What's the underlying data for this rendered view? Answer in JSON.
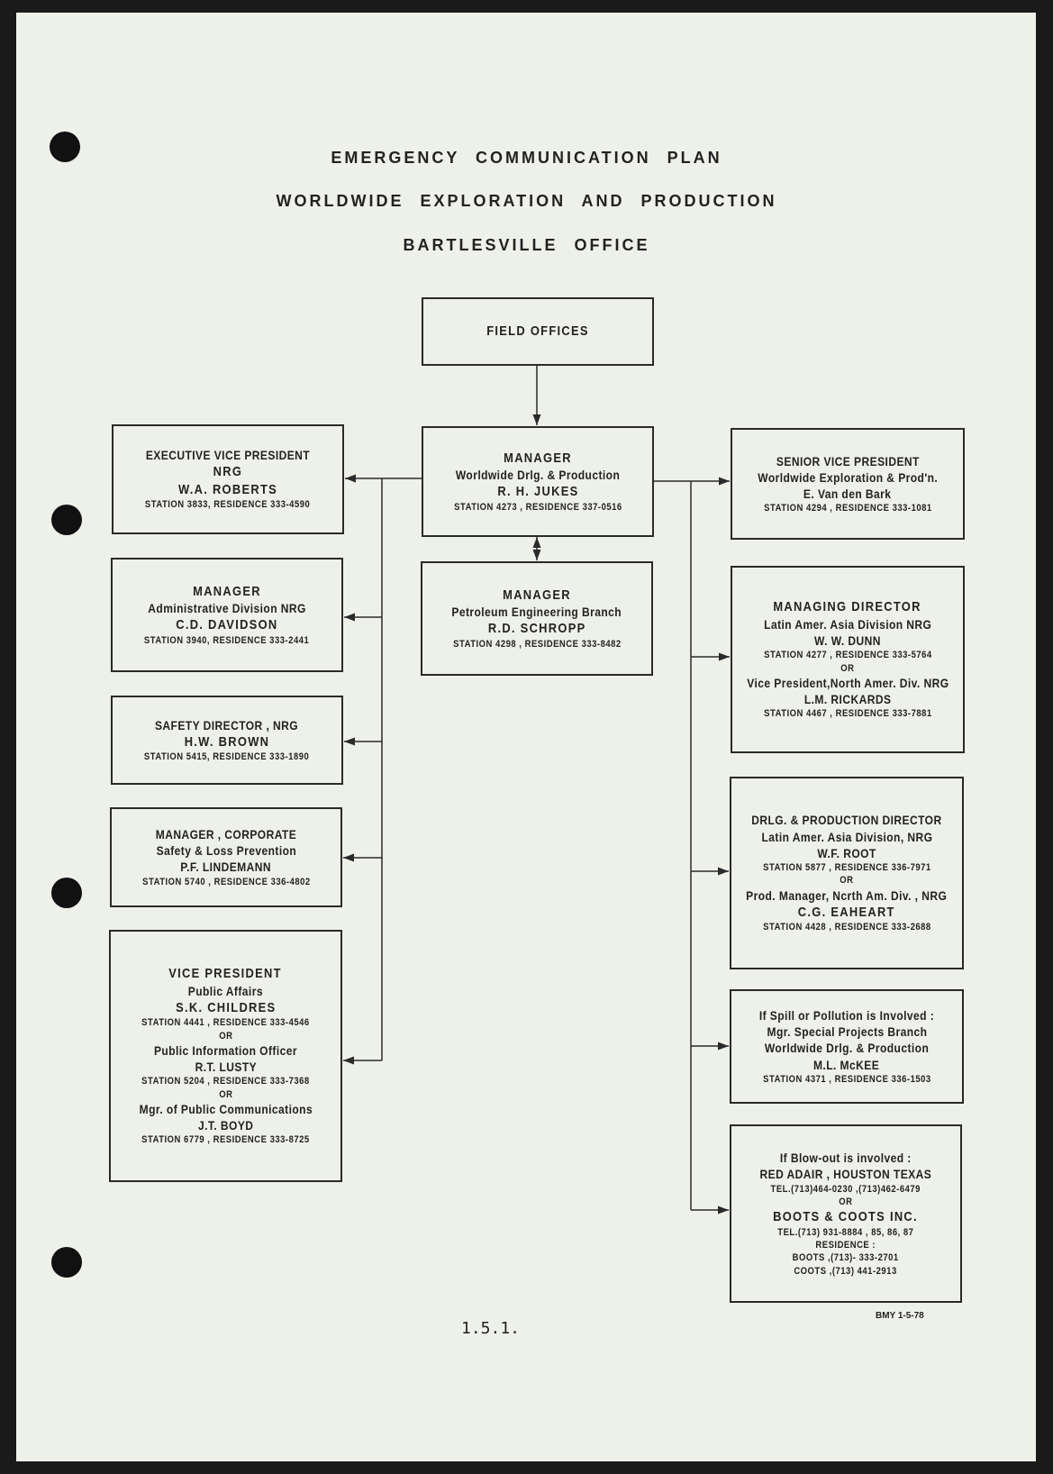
{
  "titles": [
    "EMERGENCY COMMUNICATION PLAN",
    "WORLDWIDE EXPLORATION AND PRODUCTION",
    "BARTLESVILLE OFFICE"
  ],
  "boxes": {
    "field_offices": [
      [
        "FIELD OFFICES",
        "big"
      ]
    ],
    "jukes": [
      [
        "MANAGER",
        "big"
      ],
      [
        "Worldwide Drlg. & Production",
        ""
      ],
      [
        "R. H. JUKES",
        "big"
      ],
      [
        "STATION 4273 , RESIDENCE 337-0516",
        "sm"
      ]
    ],
    "schropp": [
      [
        "MANAGER",
        "big"
      ],
      [
        "Petroleum Engineering Branch",
        ""
      ],
      [
        "R.D. SCHROPP",
        "big"
      ],
      [
        "STATION 4298 , RESIDENCE 333-8482",
        "sm"
      ]
    ],
    "roberts": [
      [
        "EXECUTIVE VICE PRESIDENT",
        ""
      ],
      [
        "NRG",
        "big"
      ],
      [
        "W.A. ROBERTS",
        "big"
      ],
      [
        "STATION 3833, RESIDENCE 333-4590",
        "sm"
      ]
    ],
    "davidson": [
      [
        "MANAGER",
        "big"
      ],
      [
        "Administrative Division NRG",
        ""
      ],
      [
        "C.D. DAVIDSON",
        "big"
      ],
      [
        "STATION 3940, RESIDENCE 333-2441",
        "sm"
      ]
    ],
    "brown": [
      [
        "SAFETY DIRECTOR , NRG",
        ""
      ],
      [
        "H.W. BROWN",
        "big"
      ],
      [
        "STATION 5415, RESIDENCE 333-1890",
        "sm"
      ]
    ],
    "lindemann": [
      [
        "MANAGER , CORPORATE",
        ""
      ],
      [
        "Safety & Loss Prevention",
        ""
      ],
      [
        "P.F. LINDEMANN",
        ""
      ],
      [
        "STATION 5740 , RESIDENCE 336-4802",
        "sm"
      ]
    ],
    "childres": [
      [
        "VICE PRESIDENT",
        "big"
      ],
      [
        "Public Affairs",
        ""
      ],
      [
        "S.K. CHILDRES",
        "big"
      ],
      [
        "STATION 4441 , RESIDENCE 333-4546",
        "sm"
      ],
      [
        "OR",
        "sm"
      ],
      [
        "Public Information Officer",
        ""
      ],
      [
        "R.T. LUSTY",
        ""
      ],
      [
        "STATION 5204 , RESIDENCE 333-7368",
        "sm"
      ],
      [
        "OR",
        "sm"
      ],
      [
        "Mgr. of Public Communications",
        ""
      ],
      [
        "J.T. BOYD",
        ""
      ],
      [
        "STATION 6779 , RESIDENCE 333-8725",
        "sm"
      ]
    ],
    "vandenbark": [
      [
        "SENIOR VICE PRESIDENT",
        ""
      ],
      [
        "Worldwide Exploration & Prod'n.",
        ""
      ],
      [
        "E. Van den Bark",
        ""
      ],
      [
        "STATION 4294 , RESIDENCE 333-1081",
        "sm"
      ]
    ],
    "dunn": [
      [
        "MANAGING DIRECTOR",
        "big"
      ],
      [
        "Latin Amer. Asia Division NRG",
        ""
      ],
      [
        "W. W. DUNN",
        ""
      ],
      [
        "STATION 4277 , RESIDENCE 333-5764",
        "sm"
      ],
      [
        "OR",
        "sm"
      ],
      [
        "Vice President,North Amer. Div. NRG",
        ""
      ],
      [
        "L.M. RICKARDS",
        ""
      ],
      [
        "STATION 4467 , RESIDENCE 333-7881",
        "sm"
      ]
    ],
    "root": [
      [
        "DRLG. & PRODUCTION DIRECTOR",
        ""
      ],
      [
        "Latin Amer. Asia Division, NRG",
        ""
      ],
      [
        "W.F. ROOT",
        ""
      ],
      [
        "STATION 5877 , RESIDENCE 336-7971",
        "sm"
      ],
      [
        "OR",
        "sm"
      ],
      [
        "Prod. Manager, Ncrth Am. Div. , NRG",
        ""
      ],
      [
        "C.G. EAHEART",
        "big"
      ],
      [
        "STATION 4428 , RESIDENCE 333-2688",
        "sm"
      ]
    ],
    "mckee": [
      [
        "If Spill or Pollution is Involved :",
        ""
      ],
      [
        "Mgr. Special Projects Branch",
        ""
      ],
      [
        "Worldwide Drlg. & Production",
        ""
      ],
      [
        "M.L. McKEE",
        ""
      ],
      [
        "STATION 4371 , RESIDENCE 336-1503",
        "sm"
      ]
    ],
    "blowout": [
      [
        "If Blow-out is involved :",
        ""
      ],
      [
        "RED ADAIR , HOUSTON TEXAS",
        ""
      ],
      [
        "TEL.(713)464-0230 ,(713)462-6479",
        "sm"
      ],
      [
        "OR",
        "sm"
      ],
      [
        "BOOTS & COOTS INC.",
        "big"
      ],
      [
        "TEL.(713) 931-8884 , 85, 86, 87",
        "sm"
      ],
      [
        "RESIDENCE :",
        "sm"
      ],
      [
        "BOOTS ,(713)- 333-2701",
        "sm"
      ],
      [
        "COOTS ,(713) 441-2913",
        "sm"
      ]
    ]
  },
  "footer": {
    "page_number": "1.5.1.",
    "initials": "BMY 1-5-78"
  }
}
